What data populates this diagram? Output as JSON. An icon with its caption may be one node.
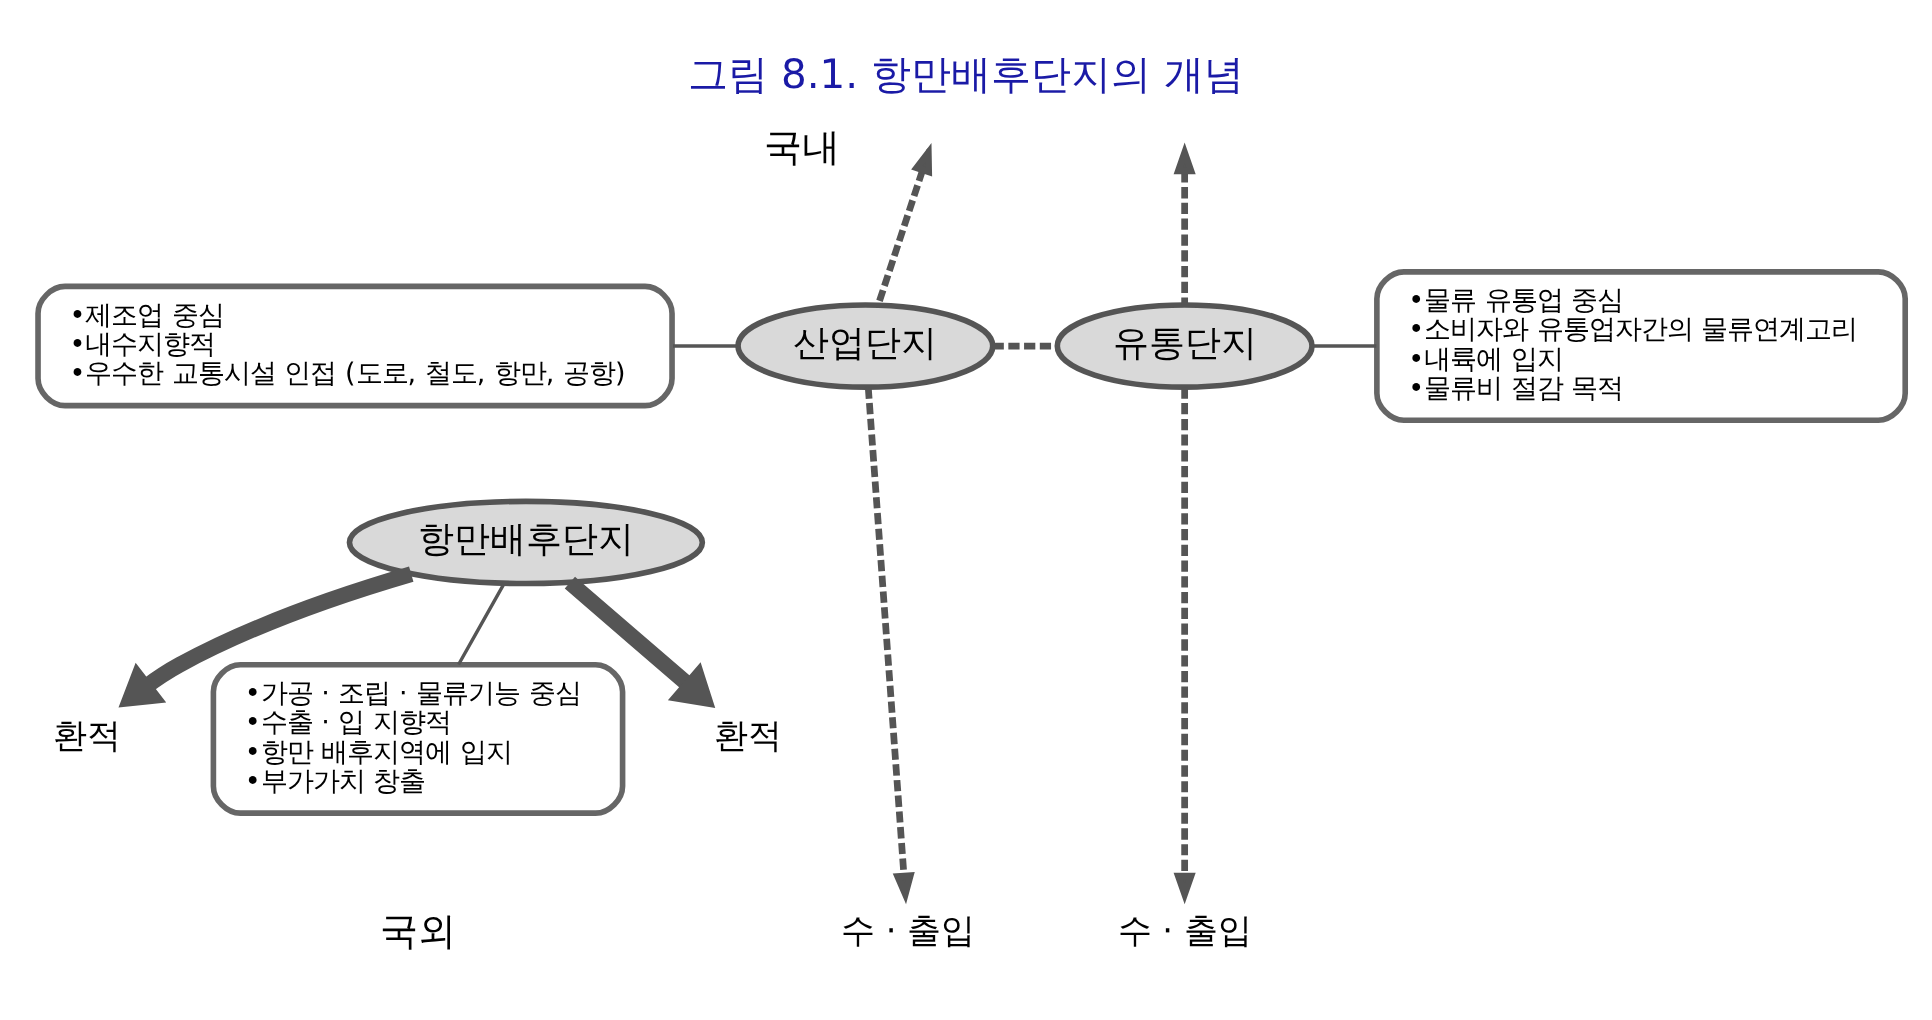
{
  "diagram": {
    "title": "그림 8.1. 항만배후단지의 개념",
    "nodes": [
      {
        "text": [
          "•제조업 중심",
          "•내수지향적",
          "•우수한 교통시설 인접 (도로, 철도, 항만, 공항)"
        ]
      },
      {
        "text": [
          "산업단지"
        ]
      },
      {
        "text": [
          "유통단지"
        ]
      },
      {
        "text": [
          "•물류 유통업 중심",
          "•소비자와 유통업자간의 물류연계고리",
          "•내륙에 입지",
          "•물류비 절감 목적"
        ]
      },
      {
        "text": [
          "항만배후단지"
        ]
      },
      {
        "text": [
          "환적"
        ]
      },
      {
        "text": [
          "•가공 · 조립 · 물류기능 중심",
          "•수출 · 입 지향적",
          "•항만 배후지역에 입지",
          "•부가가치 창출"
        ]
      },
      {
        "text": [
          "환적"
        ]
      },
      {
        "text": [
          "수 · 출입"
        ]
      },
      {
        "text": [
          "수 · 출입"
        ]
      }
    ],
    "edges": [
      {
        "from": 0,
        "to": 1,
        "arrow": "none"
      },
      {
        "from": 1,
        "to": null,
        "arrow": "to",
        "style": "dashed"
      },
      {
        "from": 2,
        "to": null,
        "arrow": "to",
        "style": "dashed"
      },
      {
        "from": 1,
        "to": 2,
        "arrow": "none",
        "style": "dashed"
      },
      {
        "from": 2,
        "to": 3,
        "arrow": "none"
      },
      {
        "from": 4,
        "to": 5,
        "arrow": "to",
        "style": "thick"
      },
      {
        "from": 4,
        "to": 6,
        "arrow": "none"
      },
      {
        "from": 4,
        "to": 7,
        "arrow": "to",
        "style": "thick"
      },
      {
        "from": 1,
        "to": 8,
        "arrow": "to",
        "style": "dashed"
      },
      {
        "from": 2,
        "to": 9,
        "arrow": "to",
        "style": "dashed"
      }
    ],
    "labels": [
      "국내",
      "국외"
    ]
  }
}
